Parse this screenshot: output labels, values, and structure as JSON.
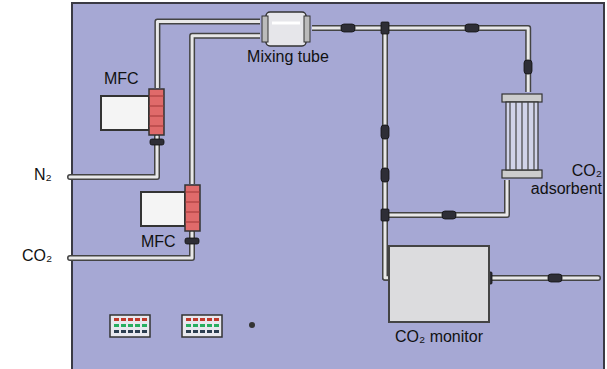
{
  "diagram": {
    "nodes": [
      {
        "text": [
          "MFC"
        ]
      },
      {
        "text": [
          "MFC"
        ]
      },
      {
        "text": [
          "Mixing tube"
        ]
      },
      {
        "text": [
          "CO₂ adsorbent"
        ]
      },
      {
        "text": [
          "CO₂ monitor"
        ]
      }
    ],
    "edges": [
      {
        "from": 0,
        "to": 2,
        "arrow": "none"
      },
      {
        "from": 1,
        "to": 2,
        "arrow": "none"
      },
      {
        "from": 2,
        "to": 3,
        "arrow": "none"
      },
      {
        "from": 2,
        "to": 4,
        "arrow": "none"
      },
      {
        "from": 3,
        "to": 4,
        "arrow": "none"
      }
    ],
    "labels": [
      "N₂",
      "CO₂"
    ]
  }
}
